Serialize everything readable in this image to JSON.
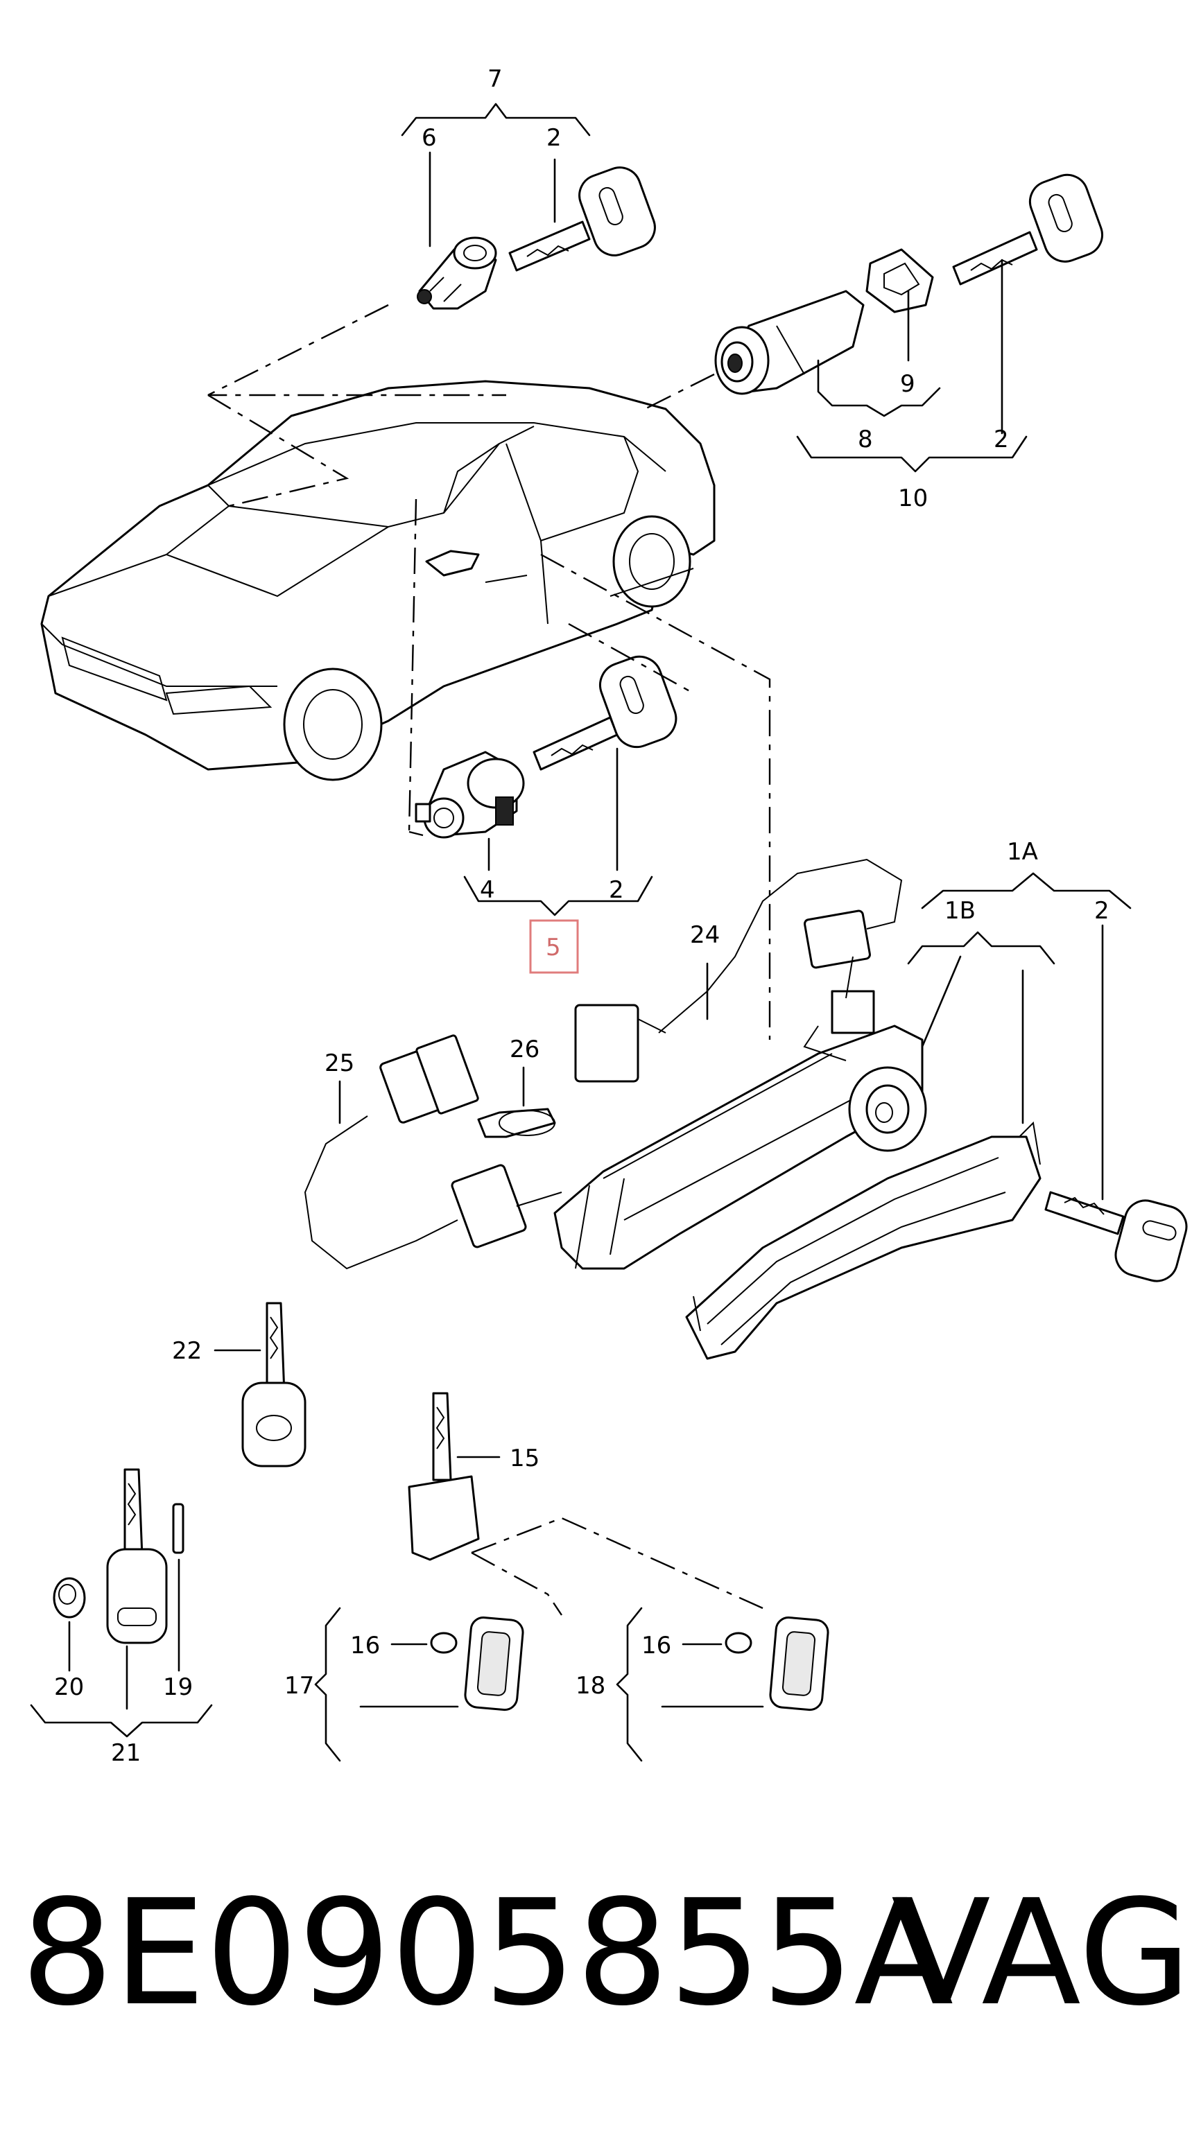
{
  "callouts": {
    "c7": "7",
    "c6": "6",
    "c2_top": "2",
    "c9": "9",
    "c8": "8",
    "c2_right": "2",
    "c10": "10",
    "c4": "4",
    "c2_mid": "2",
    "c5": "5",
    "c1A": "1A",
    "c1B": "1B",
    "c2_handle": "2",
    "c24": "24",
    "c25": "25",
    "c26": "26",
    "c22": "22",
    "c15": "15",
    "c16a": "16",
    "c17": "17",
    "c16b": "16",
    "c18": "18",
    "c20": "20",
    "c19": "19",
    "c21": "21"
  },
  "highlight_color": "#e07c7c",
  "footer": {
    "part_number": "8E0905855A",
    "brand": "VAG"
  }
}
